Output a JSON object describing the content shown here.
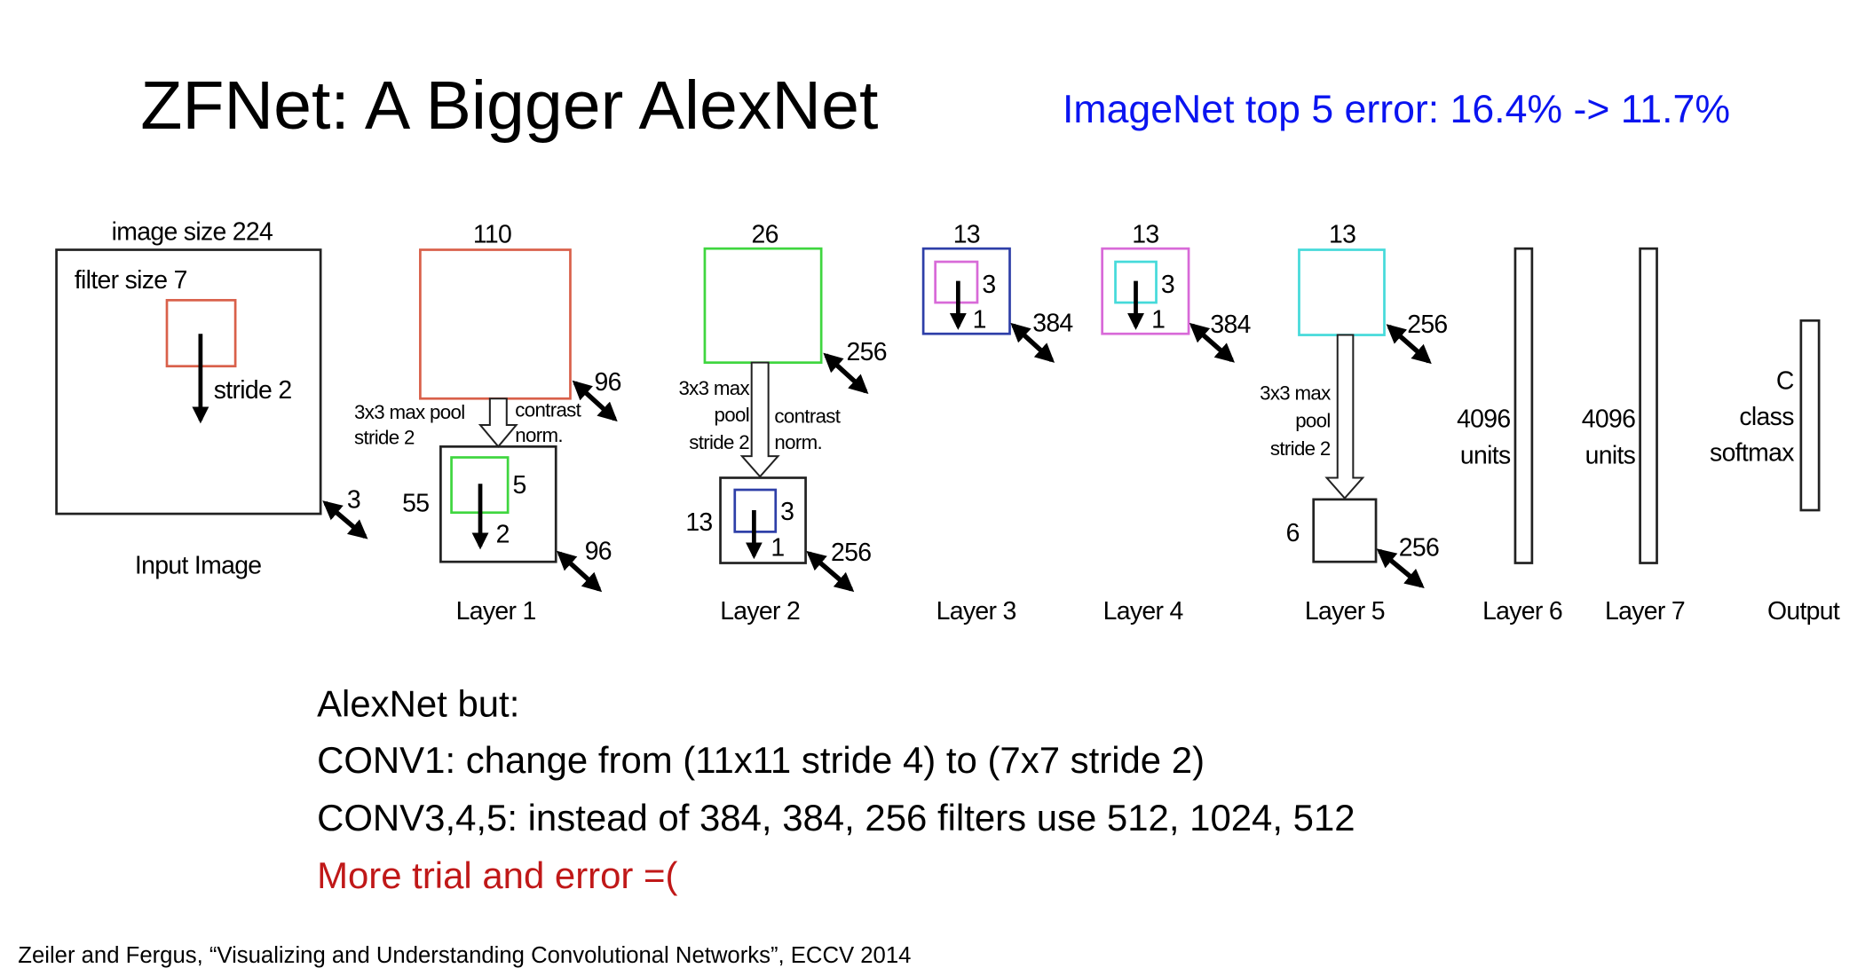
{
  "slide": {
    "title": "ZFNet: A Bigger AlexNet",
    "stat": "ImageNet top 5 error: 16.4% -> 11.7%",
    "citation": "Zeiler and Fergus, “Visualizing and Understanding Convolutional Networks”, ECCV 2014",
    "bullets": [
      "AlexNet but:",
      "CONV1: change from (11x11 stride 4) to (7x7 stride 2)",
      "CONV3,4,5: instead of 384, 384, 256 filters use 512, 1024, 512",
      "More trial and error =("
    ]
  },
  "colors": {
    "stat": "#0a14f0",
    "warning": "#c01818",
    "red": "#d9604a",
    "green": "#3fd63f",
    "blue": "#2e3fa8",
    "magenta": "#d86ad8",
    "cyan": "#45dada"
  },
  "diagram": {
    "input": {
      "size": "image size 224",
      "filter": "filter size 7",
      "stride": "stride 2",
      "depth": "3",
      "label": "Input Image"
    },
    "layer1": {
      "size": "110",
      "pool1": "3x3 max pool",
      "pool2": "stride 2",
      "norm1": "contrast",
      "norm2": "norm.",
      "depth": "96",
      "inner_size": "55",
      "filter": "5",
      "stride": "2",
      "inner_depth": "96",
      "label": "Layer 1"
    },
    "layer2": {
      "size": "26",
      "pool1": "3x3 max",
      "pool2": "pool",
      "pool3": "stride 2",
      "norm1": "contrast",
      "norm2": "norm.",
      "depth": "256",
      "inner_size": "13",
      "filter": "3",
      "stride": "1",
      "inner_depth": "256",
      "label": "Layer 2"
    },
    "layer3": {
      "size": "13",
      "filter": "3",
      "stride": "1",
      "depth": "384",
      "label": "Layer 3"
    },
    "layer4": {
      "size": "13",
      "filter": "3",
      "stride": "1",
      "depth": "384",
      "label": "Layer 4"
    },
    "layer5": {
      "size": "13",
      "depth": "256",
      "pool1": "3x3 max",
      "pool2": "pool",
      "pool3": "stride 2",
      "inner_size": "6",
      "inner_depth": "256",
      "label": "Layer 5"
    },
    "layer6": {
      "units1": "4096",
      "units2": "units",
      "label": "Layer 6"
    },
    "layer7": {
      "units1": "4096",
      "units2": "units",
      "label": "Layer 7"
    },
    "output": {
      "l1": "C",
      "l2": "class",
      "l3": "softmax",
      "label": "Output"
    }
  }
}
